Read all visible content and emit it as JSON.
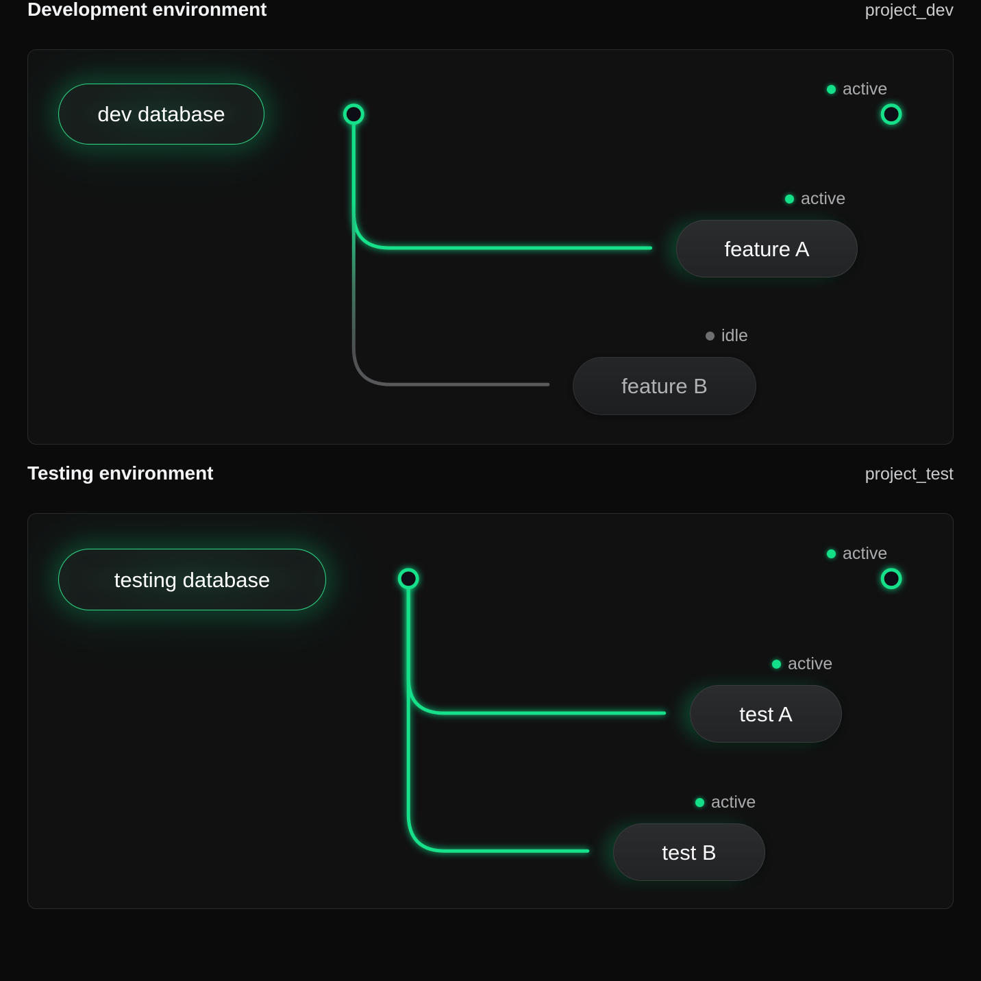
{
  "theme": {
    "page_background": "#0b0b0c",
    "panel_background": "#111112",
    "panel_border": "#2a2b2d",
    "accent_green": "#14e08a",
    "idle_gray": "#6d6f71",
    "text_primary": "#f2f3f4",
    "text_muted": "#a9abad"
  },
  "sections": [
    {
      "title": "Development environment",
      "project": "project_dev",
      "source": {
        "label": "dev database",
        "state": "active"
      },
      "trunk_status": {
        "state": "active",
        "label": "active"
      },
      "nodes": [
        {
          "label": "feature A",
          "state": "active",
          "status_label": "active"
        },
        {
          "label": "feature B",
          "state": "idle",
          "status_label": "idle"
        }
      ]
    },
    {
      "title": "Testing environment",
      "project": "project_test",
      "source": {
        "label": "testing database",
        "state": "active"
      },
      "trunk_status": {
        "state": "active",
        "label": "active"
      },
      "nodes": [
        {
          "label": "test A",
          "state": "active",
          "status_label": "active"
        },
        {
          "label": "test B",
          "state": "active",
          "status_label": "active"
        }
      ]
    }
  ]
}
